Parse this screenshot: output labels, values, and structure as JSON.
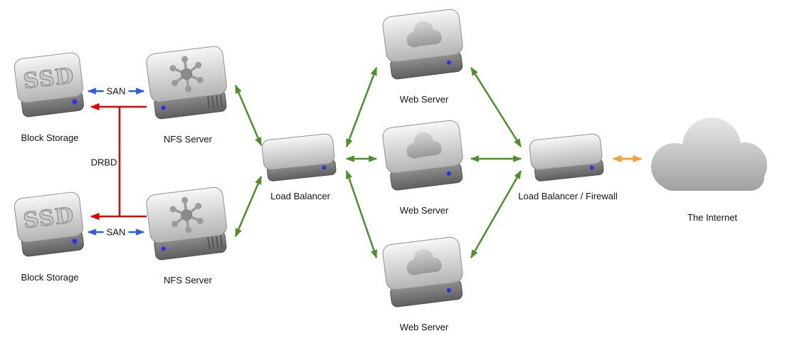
{
  "diagram": {
    "background": "#ffffff",
    "nodes": {
      "block_storage_top": {
        "label": "Block Storage",
        "emblem": "SSD",
        "type": "ssd-drive"
      },
      "nfs_server_top": {
        "label": "NFS Server",
        "emblem_icon": "network-hub-icon",
        "type": "network-drive"
      },
      "block_storage_bottom": {
        "label": "Block Storage",
        "emblem": "SSD",
        "type": "ssd-drive"
      },
      "nfs_server_bottom": {
        "label": "NFS Server",
        "emblem_icon": "network-hub-icon",
        "type": "network-drive"
      },
      "load_balancer": {
        "label": "Load Balancer",
        "type": "drive"
      },
      "web_server_top": {
        "label": "Web Server",
        "emblem_icon": "cloud-icon",
        "type": "cloud-drive"
      },
      "web_server_middle": {
        "label": "Web Server",
        "emblem_icon": "cloud-icon",
        "type": "cloud-drive"
      },
      "web_server_bottom": {
        "label": "Web Server",
        "emblem_icon": "cloud-icon",
        "type": "cloud-drive"
      },
      "load_balancer_firewall": {
        "label": "Load Balancer / Firewall",
        "type": "drive"
      },
      "internet": {
        "label": "The Internet",
        "type": "cloud"
      }
    },
    "edges": {
      "san_top": {
        "from": "block_storage_top",
        "to": "nfs_server_top",
        "label": "SAN",
        "color": "#2b5fe2",
        "direction": "both"
      },
      "san_bottom": {
        "from": "block_storage_bottom",
        "to": "nfs_server_bottom",
        "label": "SAN",
        "color": "#2b5fe2",
        "direction": "both"
      },
      "drbd": {
        "from": "nfs_servers",
        "to": "block_storage_units",
        "label": "DRBD",
        "color": "#e60000",
        "direction": "to-storage"
      },
      "nfs_top_to_lb": {
        "from": "nfs_server_top",
        "to": "load_balancer",
        "color": "#4d8f2b",
        "direction": "both"
      },
      "nfs_bottom_to_lb": {
        "from": "nfs_server_bottom",
        "to": "load_balancer",
        "color": "#4d8f2b",
        "direction": "both"
      },
      "lb_to_web_top": {
        "from": "load_balancer",
        "to": "web_server_top",
        "color": "#4d8f2b",
        "direction": "both"
      },
      "lb_to_web_middle": {
        "from": "load_balancer",
        "to": "web_server_middle",
        "color": "#4d8f2b",
        "direction": "both"
      },
      "lb_to_web_bottom": {
        "from": "load_balancer",
        "to": "web_server_bottom",
        "color": "#4d8f2b",
        "direction": "both"
      },
      "web_top_to_fw": {
        "from": "web_server_top",
        "to": "load_balancer_firewall",
        "color": "#4d8f2b",
        "direction": "both"
      },
      "web_middle_to_fw": {
        "from": "web_server_middle",
        "to": "load_balancer_firewall",
        "color": "#4d8f2b",
        "direction": "both"
      },
      "web_bottom_to_fw": {
        "from": "web_server_bottom",
        "to": "load_balancer_firewall",
        "color": "#4d8f2b",
        "direction": "both"
      },
      "fw_to_internet": {
        "from": "load_balancer_firewall",
        "to": "internet",
        "color": "#f0a03c",
        "direction": "both"
      }
    },
    "colors": {
      "link_green": "#4d8f2b",
      "link_blue": "#2b5fe2",
      "link_red": "#e60000",
      "link_orange": "#f0a03c"
    }
  }
}
